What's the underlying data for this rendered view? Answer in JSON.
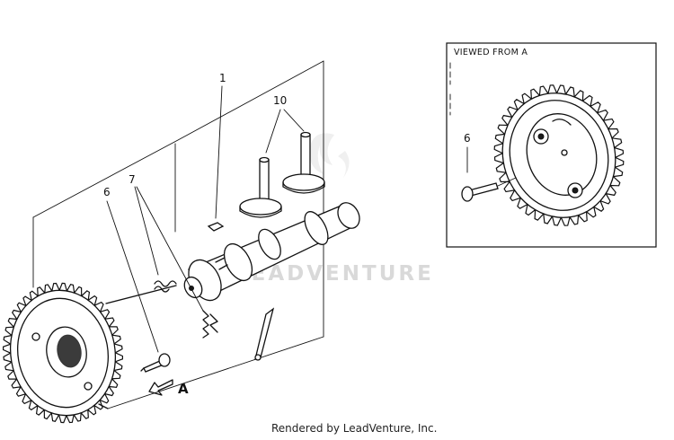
{
  "diagram": {
    "callouts": {
      "c1": "1",
      "c10": "10",
      "c7": "7",
      "c6_main": "6",
      "c6_inset": "6",
      "view_arrow": "A"
    },
    "inset": {
      "title": "VIEWED FROM A"
    },
    "watermark": {
      "text": "LEADVENTURE"
    },
    "credit": "Rendered by LeadVenture, Inc."
  }
}
